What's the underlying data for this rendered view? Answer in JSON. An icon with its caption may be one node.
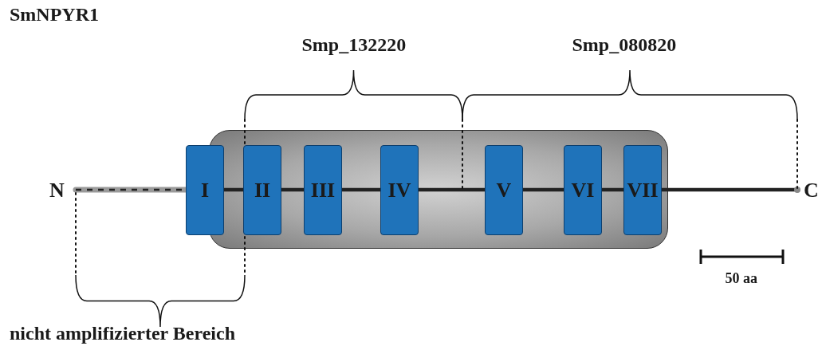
{
  "diagram": {
    "title": "SmNPYR1",
    "nodes": [
      {
        "text": [],
        "shape": "box"
      },
      {
        "text": [
          "I"
        ]
      },
      {
        "text": [
          "II"
        ],
        "in": 0
      },
      {
        "text": [
          "III"
        ],
        "in": 0
      },
      {
        "text": [
          "IV"
        ],
        "in": 0
      },
      {
        "text": [
          "V"
        ],
        "in": 0
      },
      {
        "text": [
          "VI"
        ],
        "in": 0
      },
      {
        "text": [
          "VII"
        ],
        "in": 0
      }
    ],
    "edges": [],
    "labels": [
      "Smp_132220",
      "Smp_080820",
      "N",
      "C",
      "50 aa",
      "nicht amplifizierter Bereich"
    ]
  }
}
